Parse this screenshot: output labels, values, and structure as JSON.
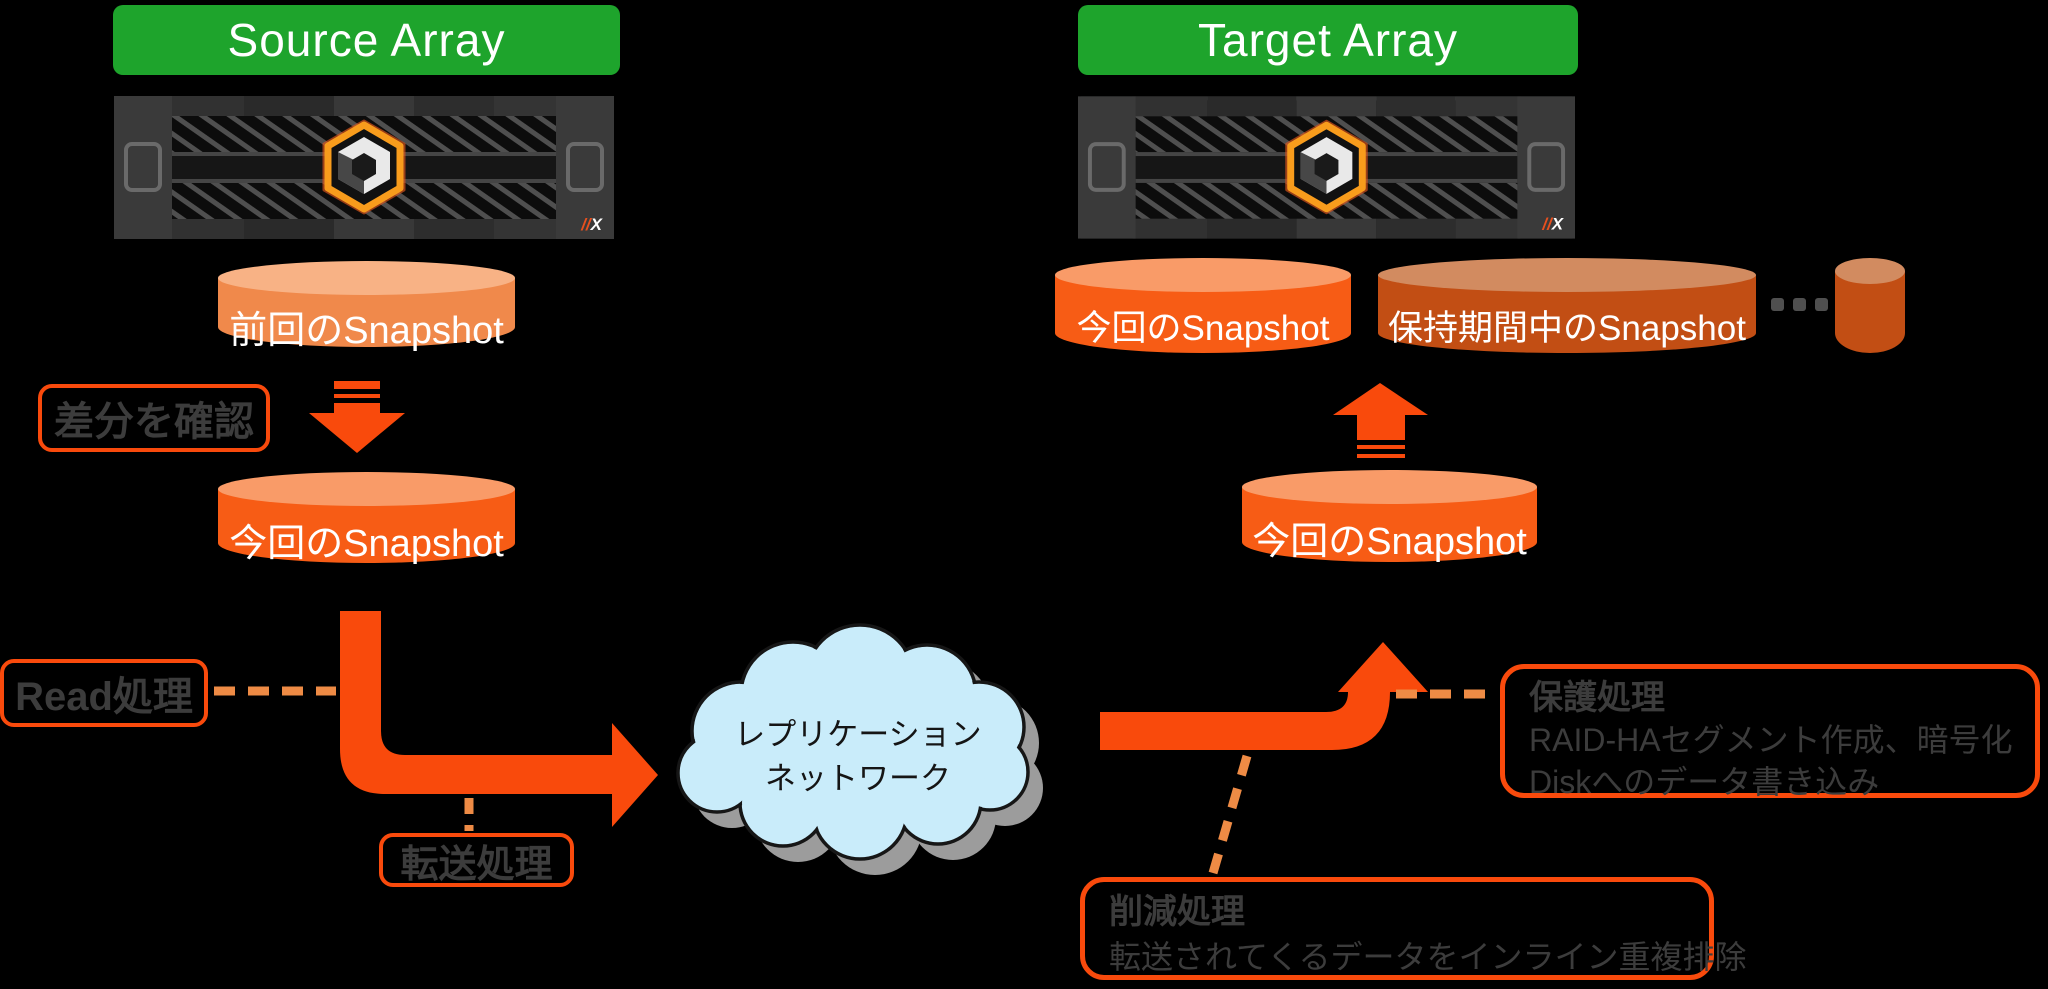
{
  "headers": {
    "source": "Source Array",
    "target": "Target Array"
  },
  "array": {
    "model_slashes": "//",
    "model_x": "X"
  },
  "left": {
    "prev_snapshot": "前回のSnapshot",
    "diff_check": "差分を確認",
    "cur_snapshot": "今回のSnapshot",
    "read_label": "Read処理",
    "transfer_label": "転送処理"
  },
  "cloud": {
    "line1": "レプリケーション",
    "line2": "ネットワーク"
  },
  "right": {
    "cur_snapshot_mid": "今回のSnapshot",
    "cur_snapshot_top": "今回のSnapshot",
    "retained_snapshot": "保持期間中のSnapshot",
    "protect_title": "保護処理",
    "protect_line1": "RAID-HAセグメント作成、暗号化",
    "protect_line2": "Diskへのデータ書き込み",
    "reduce_title": "削減処理",
    "reduce_line1": "転送されてくるデータをインライン重複排除"
  },
  "colors": {
    "header_green": "#1EA42C",
    "arrow_orange": "#F94A0C",
    "dash_orange": "#EE8B45",
    "cylinder_light": "#F0894B",
    "cylinder_bright": "#F75C15",
    "cylinder_brick": "#C24E14",
    "cloud_blue": "#C9ECFA",
    "label_text": "#3C3C3C"
  }
}
